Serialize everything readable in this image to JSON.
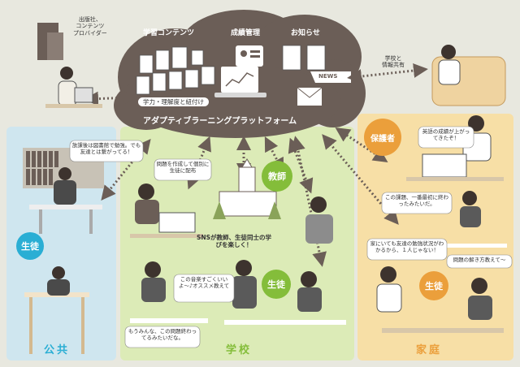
{
  "publisher": {
    "label_lines": [
      "出版社、",
      "コンテンツ",
      "プロバイダー"
    ]
  },
  "cloud": {
    "content": "学習コンテンツ",
    "grades": "成績管理",
    "notice": "お知らせ",
    "tag": "学力・理解度と紐付け",
    "platform": "アダプティブラーニングプラットフォーム",
    "news": "NEWS"
  },
  "parent_share": {
    "lines": [
      "学校と",
      "情報共有"
    ]
  },
  "areas": {
    "public": "公共",
    "school": "学校",
    "home": "家庭"
  },
  "badges": {
    "student_public": "生徒",
    "teacher": "教師",
    "student_school": "生徒",
    "guardian": "保護者",
    "student_home": "生徒"
  },
  "bubbles": {
    "library": "放課後は図書館で勉強。でも友達とは繋がってる！",
    "teacher": "問題を作成して個別に生徒に配布",
    "sns": "SNSが教師、生徒同士の学びを楽しく！",
    "music": "この音楽すごくいいよ〜♪オススメ教えて",
    "done": "もうみんな、この問題終わってるみたいだな。",
    "grades_up": "英語の成績が上がってきたぞ！",
    "first": "この課題、一番最初に終わったみたいだ。",
    "friends": "家にいても友達の勉強状況がわかるから、１人じゃない！",
    "solve": "問題の解き方教えて〜"
  },
  "colors": {
    "public_bg": "#cfe6ef",
    "public_badge": "#2aaed4",
    "school_bg": "#dcebb7",
    "school_badge": "#84bd3a",
    "home_bg": "#f7dfa6",
    "home_badge": "#eb9f3b",
    "cloud": "#6b5e57"
  }
}
